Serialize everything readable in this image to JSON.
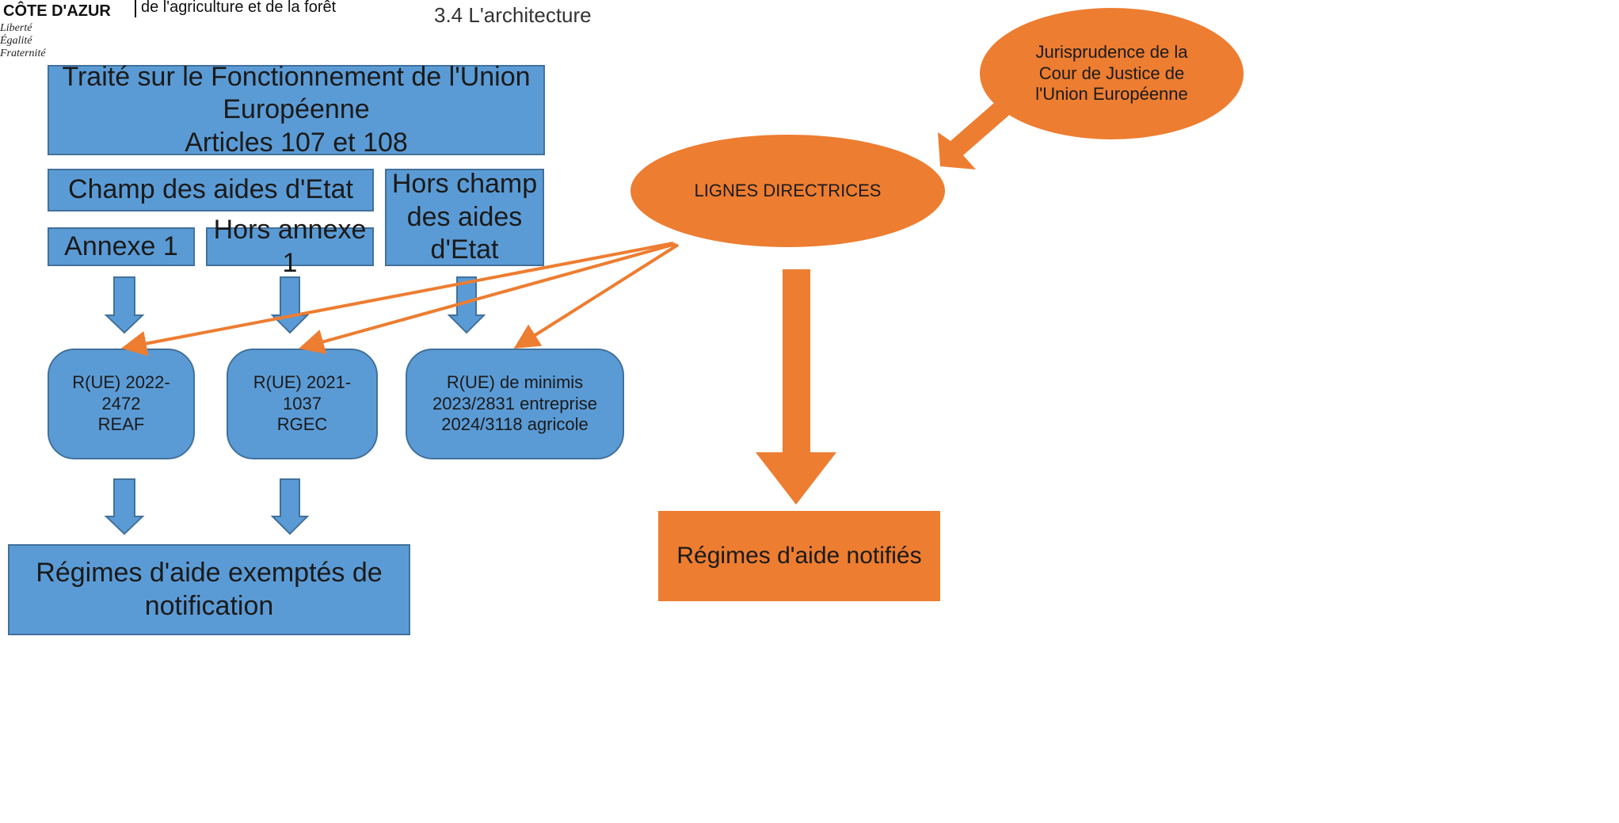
{
  "header": {
    "logo_line": "CÔTE D'AZUR",
    "motto": [
      "Liberté",
      "Égalité",
      "Fraternité"
    ],
    "ministry_text": "de l'agriculture et de la forêt",
    "section_title": "3.4 L'architecture"
  },
  "diagram": {
    "tfue": [
      "Traité sur le Fonctionnement de l'Union",
      "Européenne",
      "Articles 107 et 108"
    ],
    "champ": "Champ des aides d'Etat",
    "hors_champ": [
      "Hors champ",
      "des aides",
      "d'Etat"
    ],
    "annexe1": "Annexe 1",
    "hors_annexe1": "Hors annexe 1",
    "reaf": [
      "R(UE) 2022-",
      "2472",
      "REAF"
    ],
    "rgec": [
      "R(UE) 2021-",
      "1037",
      "RGEC"
    ],
    "minimis": [
      "R(UE) de minimis",
      "2023/2831 entreprise",
      "2024/3118 agricole"
    ],
    "exemptes": "Régimes d'aide exemptés de notification",
    "jurisprudence": [
      "Jurisprudence de la",
      "Cour de Justice de",
      "l'Union Européenne"
    ],
    "lignes": "LIGNES DIRECTRICES",
    "notifies": "Régimes d'aide notifiés"
  },
  "colors": {
    "blue_fill": "#5b9bd5",
    "blue_border": "#41719c",
    "orange": "#ed7d31"
  }
}
